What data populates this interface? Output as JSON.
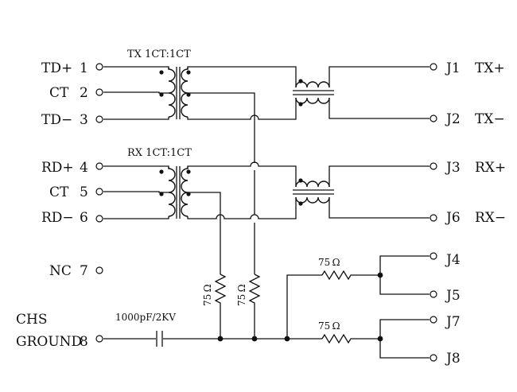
{
  "labels": {
    "tx_transformer": "TX 1CT:1CT",
    "rx_transformer": "RX 1CT:1CT",
    "capacitor": "1000pF/2KV",
    "resistor": "75 Ω"
  },
  "left_pins": [
    {
      "name": "TD+",
      "num": "1"
    },
    {
      "name": "CT",
      "num": "2"
    },
    {
      "name": "TD−",
      "num": "3"
    },
    {
      "name": "RD+",
      "num": "4"
    },
    {
      "name": "CT",
      "num": "5"
    },
    {
      "name": "RD−",
      "num": "6"
    },
    {
      "name": "NC",
      "num": "7"
    }
  ],
  "ground_pin": {
    "line1": "CHS",
    "line2": "GROUND",
    "num": "8"
  },
  "right_pins": [
    {
      "id": "J1",
      "signal": "TX+"
    },
    {
      "id": "J2",
      "signal": "TX−"
    },
    {
      "id": "J3",
      "signal": "RX+"
    },
    {
      "id": "J6",
      "signal": "RX−"
    },
    {
      "id": "J4",
      "signal": ""
    },
    {
      "id": "J5",
      "signal": ""
    },
    {
      "id": "J7",
      "signal": ""
    },
    {
      "id": "J8",
      "signal": ""
    }
  ]
}
